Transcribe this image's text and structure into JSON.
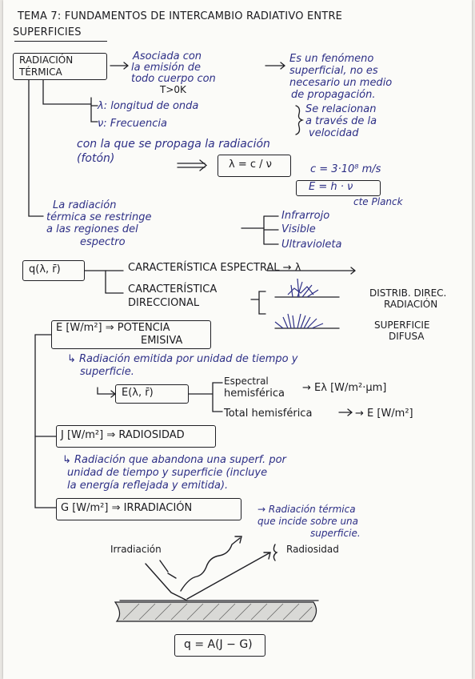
{
  "title": {
    "line1": "TEMA 7: FUNDAMENTOS DE INTERCAMBIO RADIATIVO ENTRE",
    "line2": "SUPERFICIES"
  },
  "radiacion_termica": {
    "box_line1": "RADIACIÓN",
    "box_line2": "TÉRMICA",
    "assoc_line1": "Asociada con",
    "assoc_line2": "la emisión de",
    "assoc_line3": "todo cuerpo con",
    "assoc_line4": "T>0K",
    "phenom_line1": "Es un fenómeno",
    "phenom_line2": "superficial, no es",
    "phenom_line3": "necesario un medio",
    "phenom_line4": "de propagación.",
    "lambda": "λ: longitud de onda",
    "nu": "ν: Frecuencia",
    "related_line1": "Se relacionan",
    "related_line2": "a través de la",
    "related_line3": "velocidad",
    "speed_line1": "con la que se propaga la radiación",
    "speed_line2": "(fotón)",
    "formula_lambda": "λ = c / ν",
    "c_value": "c = 3·10⁸ m/s",
    "formula_energy": "E = h · ν",
    "planck": "cte Planck",
    "restrict_line1": "La radiación",
    "restrict_line2": "térmica se restringe",
    "restrict_line3": "a las regiones del",
    "restrict_line4": "espectro",
    "spectrum": [
      "Infrarrojo",
      "Visible",
      "Ultravioleta"
    ]
  },
  "q_section": {
    "box": "q(λ, r̄)",
    "spectral": "CARACTERÍSTICA ESPECTRAL → λ",
    "directional_line1": "CARACTERÍSTICA",
    "directional_line2": "DIRECCIONAL",
    "distrib_line1": "DISTRIB. DIREC.",
    "distrib_line2": "RADIACIÓN",
    "surface_line1": "SUPERFICIE",
    "surface_line2": "DIFUSA"
  },
  "emissive": {
    "box_line1": "E [W/m²] ⇒ POTENCIA",
    "box_line2": "EMISIVA",
    "desc_line1": "↳ Radiación emitida por unidad de tiempo y",
    "desc_line2": "superficie.",
    "sub_box": "E(λ, r̄)",
    "spectral_line1": "Espectral",
    "spectral_line2": "hemisférica",
    "spectral_result": "→ Eλ [W/m²·μm]",
    "total": "Total hemisférica",
    "total_result": "→ E [W/m²]"
  },
  "radiosity": {
    "box": "J [W/m²] ⇒ RADIOSIDAD",
    "desc_line1": "↳ Radiación que abandona una superf. por",
    "desc_line2": "unidad de tiempo y superficie (incluye",
    "desc_line3": "la energía reflejada y emitida)."
  },
  "irradiation": {
    "box": "G [W/m²] ⇒ IRRADIACIÓN",
    "desc_line1": "→ Radiación térmica",
    "desc_line2": "que incide sobre una",
    "desc_line3": "superficie."
  },
  "diagram": {
    "irradiacion": "Irradiación",
    "radiosidad": "Radiosidad"
  },
  "final_formula": "q = A(J − G)",
  "colors": {
    "ink_blue": "#2d2f86",
    "ink_black": "#1b1b1f",
    "paper": "#fbfbf8"
  }
}
